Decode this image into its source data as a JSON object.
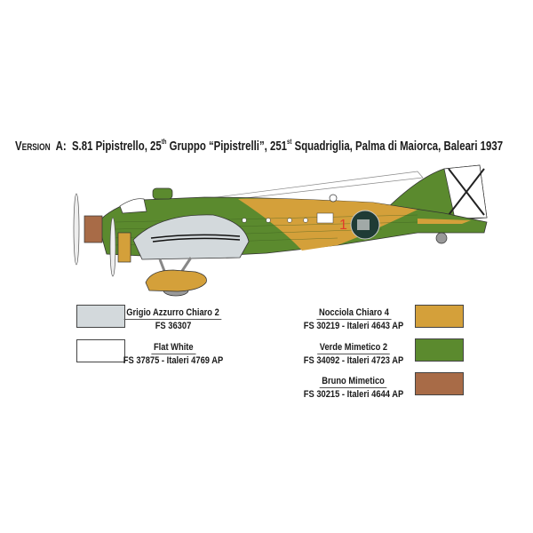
{
  "title": {
    "version_label_first": "V",
    "version_label_rest": "ersion",
    "version_letter": "A:",
    "part1": "S.81  Pipistrello, 25",
    "sup1": "th",
    "part2": " Gruppo “Pipistrelli”, 251",
    "sup2": "st",
    "part3": " Squadriglia, Palma di Maiorca, Baleari 1937"
  },
  "aircraft": {
    "marking_number": "1"
  },
  "colors": [
    {
      "name": "Grigio Azzurro Chiaro 2",
      "code": "FS 36307",
      "hex": "#d3d9dc"
    },
    {
      "name": "Flat White",
      "code": "FS 37875 - Italeri 4769 AP",
      "hex": "#ffffff"
    },
    {
      "name": "Nocciola Chiaro 4",
      "code": "FS 30219 - Italeri 4643 AP",
      "hex": "#d4a03a"
    },
    {
      "name": "Verde Mimetico 2",
      "code": "FS 34092 - Italeri 4723 AP",
      "hex": "#5b8a2e"
    },
    {
      "name": "Bruno Mimetico",
      "code": "FS 30215 - Italeri 4644 AP",
      "hex": "#a86b47"
    }
  ]
}
